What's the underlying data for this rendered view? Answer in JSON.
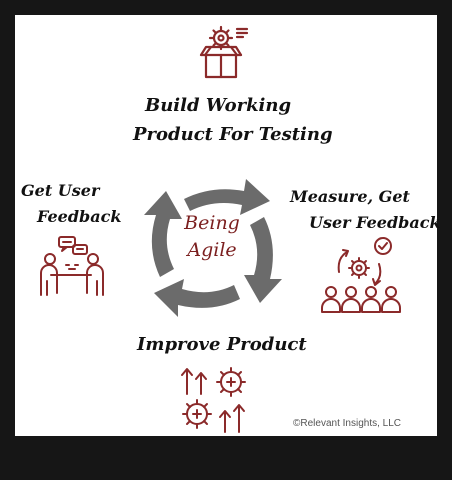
{
  "diagram": {
    "center": {
      "line1": "Being",
      "line2": "Agile"
    },
    "steps": [
      {
        "line1": "Build Working",
        "line2": "Product For Testing",
        "icon": "box-with-gear-icon"
      },
      {
        "line1": "Measure, Get",
        "line2": "User Feedback",
        "icon": "team-with-gear-cycle-icon"
      },
      {
        "line1": "Improve Product",
        "icon": "gears-with-up-arrows-icon"
      },
      {
        "line1": "Get User",
        "line2": "Feedback",
        "icon": "people-meeting-icon"
      }
    ],
    "credit": "©Relevant Insights, LLC"
  },
  "colors": {
    "accent": "#8b2a2a",
    "cycle_arrows": "#6b6b6b",
    "text": "#111111",
    "frame": "#161616"
  }
}
